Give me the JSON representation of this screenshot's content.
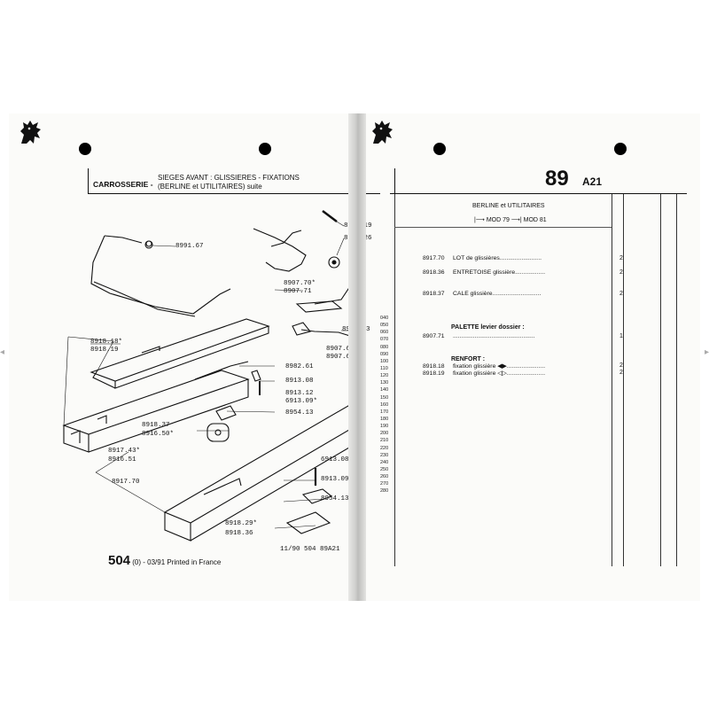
{
  "navigation": {
    "prev_icon": "chevron-left-icon",
    "next_icon": "chevron-right-icon",
    "prev_label": "◂",
    "next_label": "▸"
  },
  "left_page": {
    "section_title": "CARROSSERIE -",
    "subtitle_line1": "SIEGES AVANT : GLISSIERES - FIXATIONS",
    "subtitle_line2_main": "(BERLINE et UTILITAIRES)",
    "subtitle_line2_suffix": "suite",
    "row_numbers": [
      "040",
      "050",
      "060",
      "070",
      "080",
      "090",
      "100",
      "110",
      "120",
      "130",
      "140",
      "150",
      "160",
      "170",
      "180",
      "190",
      "200",
      "210",
      "220",
      "230",
      "240",
      "250",
      "260",
      "270",
      "280"
    ],
    "callouts": [
      {
        "text": "8991.67"
      },
      {
        "text": "8906.19"
      },
      {
        "text": "8985.26"
      },
      {
        "text": "8907.70*"
      },
      {
        "text": "8907.71"
      },
      {
        "text": "8918.18*"
      },
      {
        "text": "8918.19"
      },
      {
        "text": "8985.13"
      },
      {
        "text": "8907.68*"
      },
      {
        "text": "8907.69"
      },
      {
        "text": "8982.61"
      },
      {
        "text": "8913.08"
      },
      {
        "text": "8913.12"
      },
      {
        "text": "6913.09*"
      },
      {
        "text": "8954.13"
      },
      {
        "text": "8918.37"
      },
      {
        "text": "8916.50*"
      },
      {
        "text": "8917.43*"
      },
      {
        "text": "8916.51"
      },
      {
        "text": "8917.70"
      },
      {
        "text": "6913.08"
      },
      {
        "text": "8913.09"
      },
      {
        "text": "8954.13"
      },
      {
        "text": "8918.29*"
      },
      {
        "text": "8918.36"
      }
    ],
    "model_footer": "504",
    "footer_text": "(0) - 03/91 Printed in France",
    "page_code": "11/90  504  89A21"
  },
  "right_page": {
    "page_number": "89",
    "section_code": "A21",
    "column_title": "BERLINE et UTILITAIRES",
    "mod_from": "MOD 79",
    "mod_to": "MOD 81",
    "parts": [
      {
        "ref": "8917.70",
        "name": "LOT de glissières",
        "qty": "2"
      },
      {
        "ref": "8918.36",
        "name": "ENTRETOISE glissière",
        "qty": "2"
      },
      {
        "ref": "8918.37",
        "name": "CALE glissière",
        "qty": "2"
      }
    ],
    "group_palette": "PALETTE levier dossier :",
    "palette_parts": [
      {
        "ref": "8907.71",
        "name": "",
        "qty": "1"
      }
    ],
    "group_renfort": "RENFORT :",
    "renfort_parts": [
      {
        "ref": "8918.18",
        "name": "fixation glissière ◀▶",
        "qty": "2"
      },
      {
        "ref": "8918.19",
        "name": "fixation glissière ◁▷",
        "qty": "2"
      }
    ]
  }
}
